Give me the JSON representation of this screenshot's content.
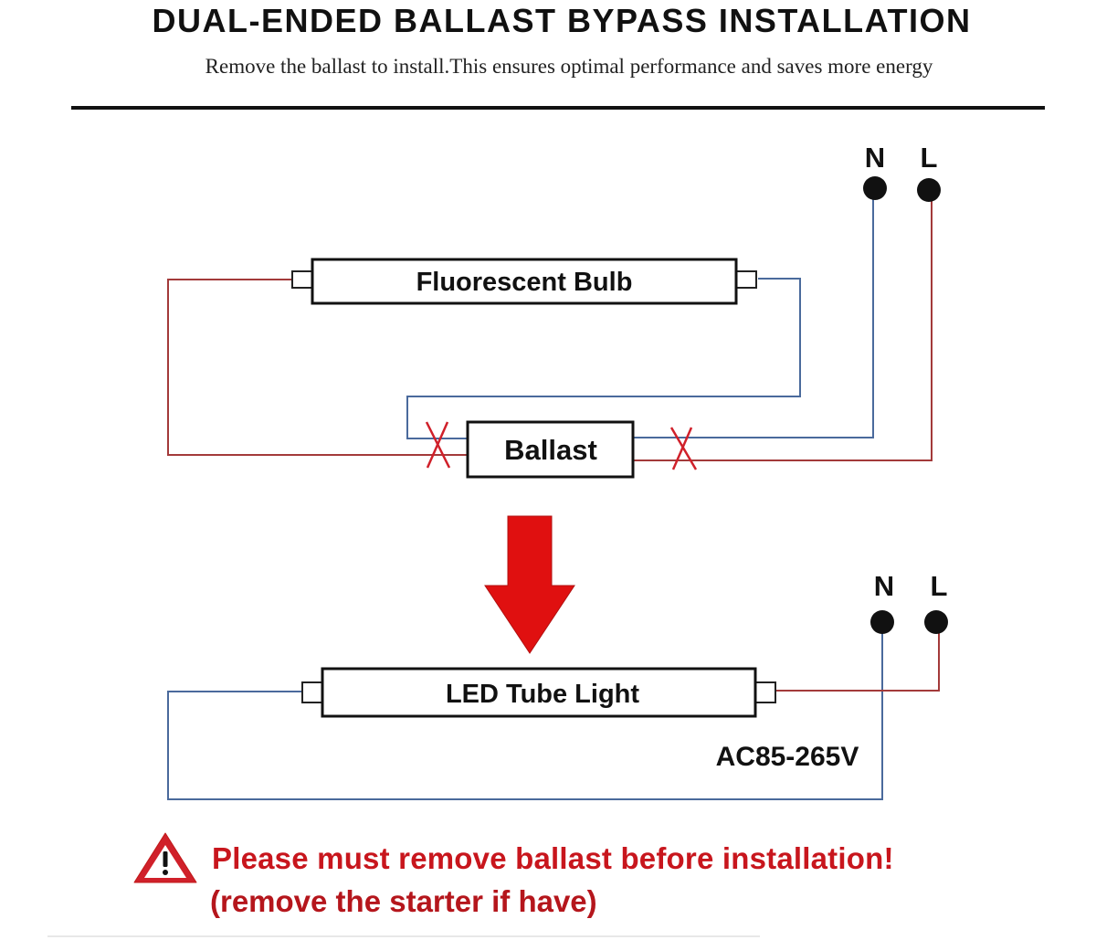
{
  "header": {
    "title": "DUAL-ENDED BALLAST BYPASS INSTALLATION",
    "subtitle": "Remove the ballast to install.This ensures optimal performance and saves more energy"
  },
  "before": {
    "neutral_label": "N",
    "live_label": "L",
    "bulb_label": "Fluorescent Bulb",
    "ballast_label": "Ballast"
  },
  "after": {
    "neutral_label": "N",
    "live_label": "L",
    "tube_label": "LED Tube Light",
    "voltage_label": "AC85-265V"
  },
  "warning": {
    "line1": "Please must remove ballast before installation!",
    "line2": "(remove the starter if have)",
    "icon": "warning-triangle-icon"
  },
  "colors": {
    "neutral_wire": "#4a6a9c",
    "live_wire": "#a33a3a",
    "cut_mark": "#d0202a",
    "arrow": "#e01010",
    "warning_text": "#c8161d"
  }
}
